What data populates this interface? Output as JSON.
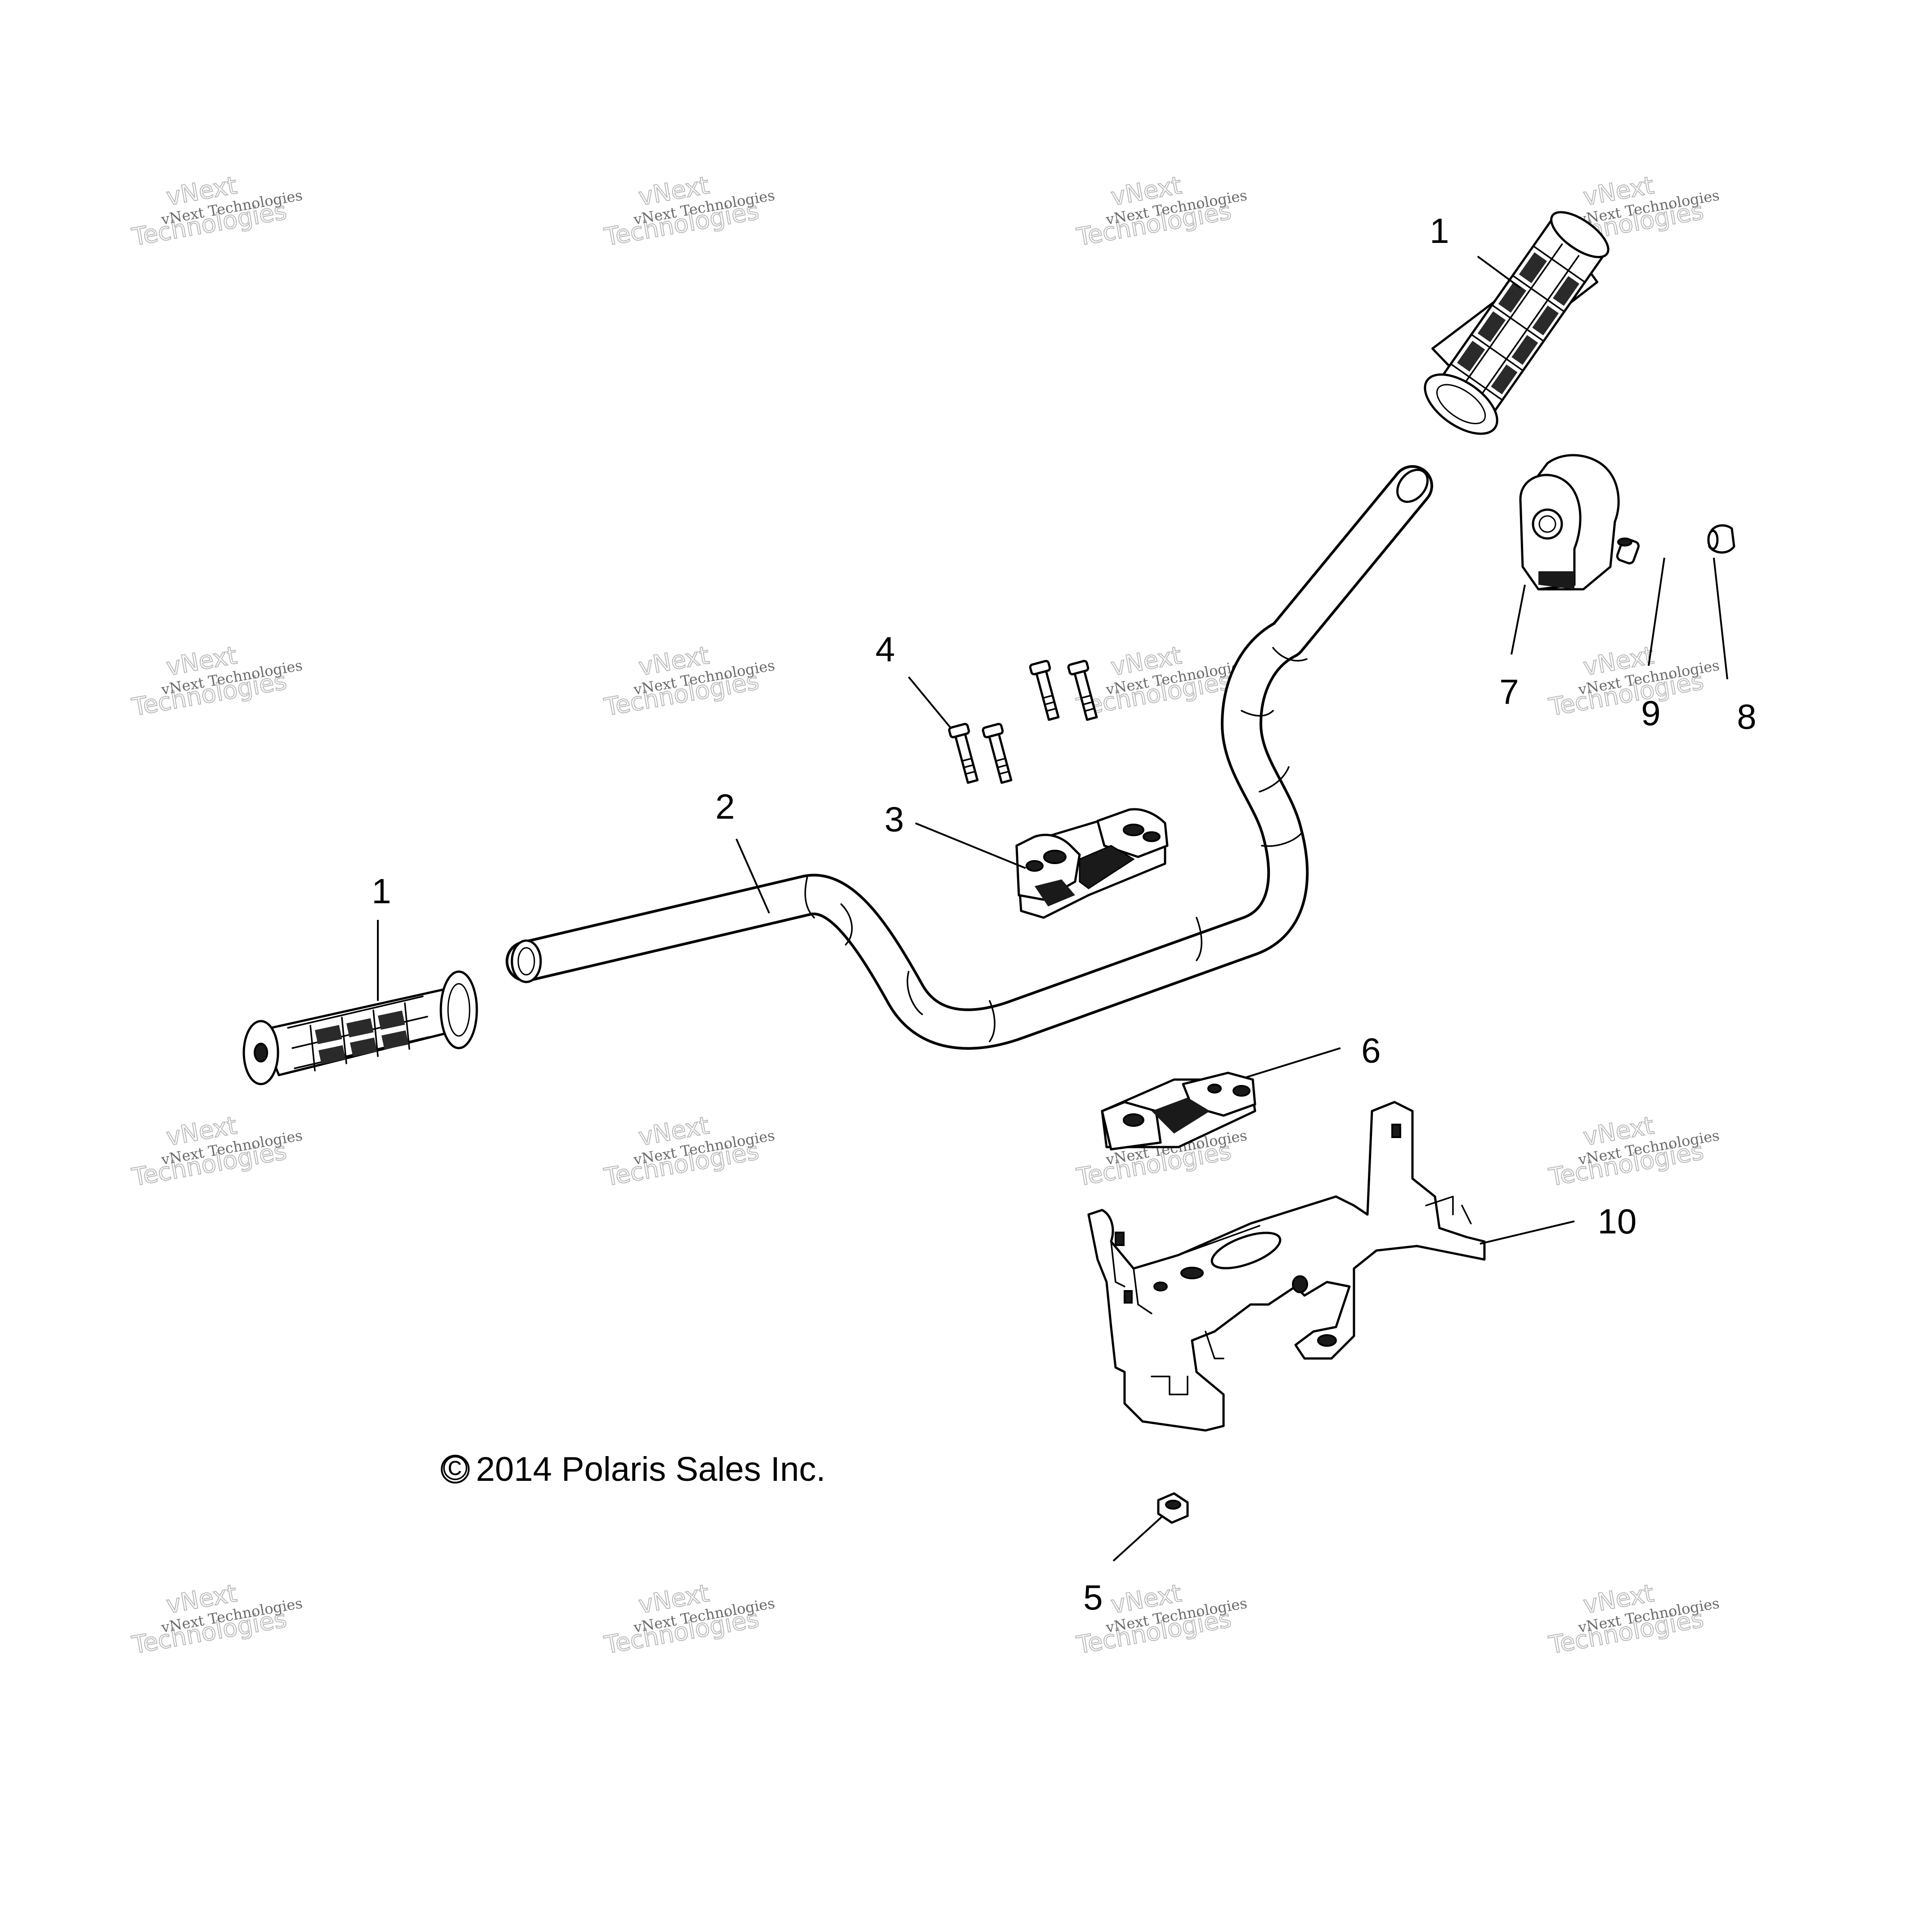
{
  "diagram": {
    "copyright": "2014 Polaris Sales Inc.",
    "copyright_symbol": "©",
    "watermark": {
      "line1": "vNext Technologies",
      "line2": "vNext",
      "line3": "Technologies"
    },
    "callouts": {
      "grip_right": "1",
      "grip_left": "1",
      "handlebar": "2",
      "clamp_upper": "3",
      "bolts": "4",
      "nut": "5",
      "clamp_lower": "6",
      "throttle_block": "7",
      "plug": "8",
      "plug_small": "9",
      "bracket": "10"
    }
  }
}
